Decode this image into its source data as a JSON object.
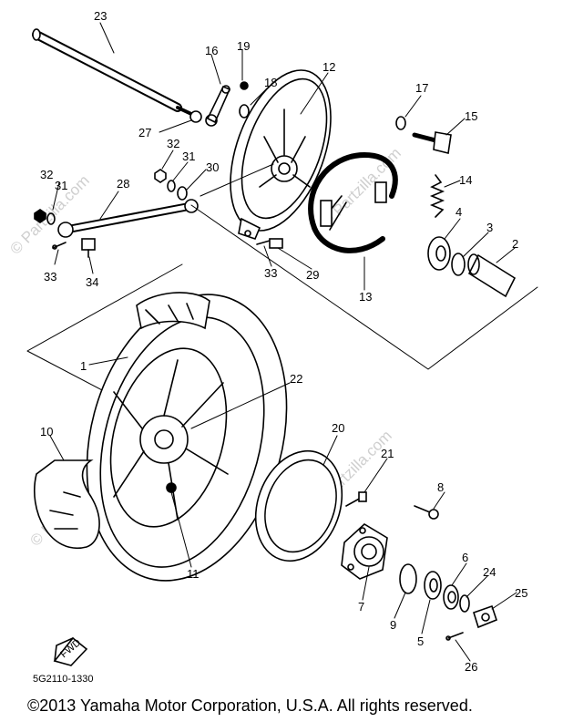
{
  "watermark": "© Partzilla.com",
  "callouts": [
    "23",
    "16",
    "19",
    "18",
    "12",
    "27",
    "32",
    "31",
    "30",
    "17",
    "15",
    "14",
    "32",
    "31",
    "28",
    "4",
    "3",
    "2",
    "33",
    "34",
    "33",
    "29",
    "13",
    "1",
    "22",
    "10",
    "20",
    "21",
    "8",
    "11",
    "6",
    "24",
    "25",
    "7",
    "9",
    "5",
    "26"
  ],
  "arrow_label": "FWD",
  "diagram_code": "5G2110-1330",
  "copyright": "©2013 Yamaha Motor Corporation, U.S.A. All rights reserved."
}
